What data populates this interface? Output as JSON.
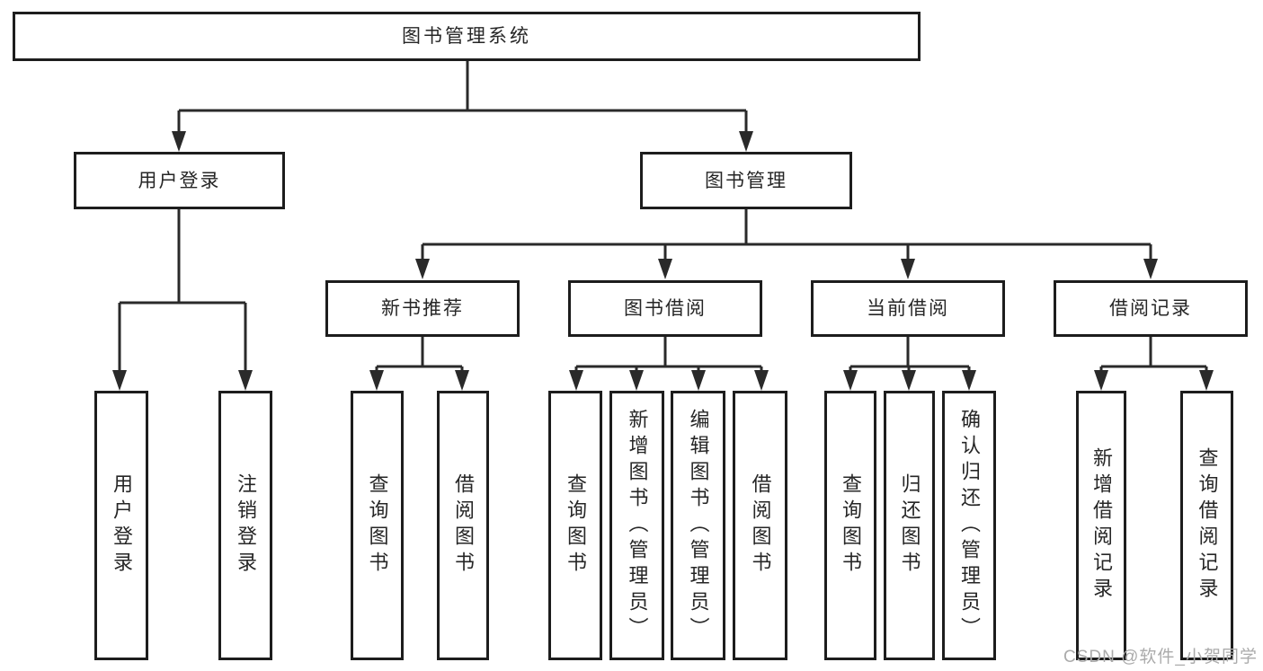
{
  "watermark": "CSDN @软件_小贺同学",
  "colors": {
    "line": "#2a2a2a",
    "box_border": "#1d1d1d",
    "box_fill": "#ffffff",
    "text": "#262626",
    "watermark": "#ababab",
    "background": "#ffffff"
  },
  "tree": {
    "root": {
      "label": "图书管理系统",
      "children": [
        {
          "label": "用户登录",
          "children": [
            {
              "label": "用户登录"
            },
            {
              "label": "注销登录"
            }
          ]
        },
        {
          "label": "图书管理",
          "children": [
            {
              "label": "新书推荐",
              "children": [
                {
                  "label": "查询图书"
                },
                {
                  "label": "借阅图书"
                }
              ]
            },
            {
              "label": "图书借阅",
              "children": [
                {
                  "label": "查询图书"
                },
                {
                  "label": "新增图书（管理员）"
                },
                {
                  "label": "编辑图书（管理员）"
                },
                {
                  "label": "借阅图书"
                }
              ]
            },
            {
              "label": "当前借阅",
              "children": [
                {
                  "label": "查询图书"
                },
                {
                  "label": "归还图书"
                },
                {
                  "label": "确认归还（管理员）"
                }
              ]
            },
            {
              "label": "借阅记录",
              "children": [
                {
                  "label": "新增借阅记录"
                },
                {
                  "label": "查询借阅记录"
                }
              ]
            }
          ]
        }
      ]
    }
  }
}
